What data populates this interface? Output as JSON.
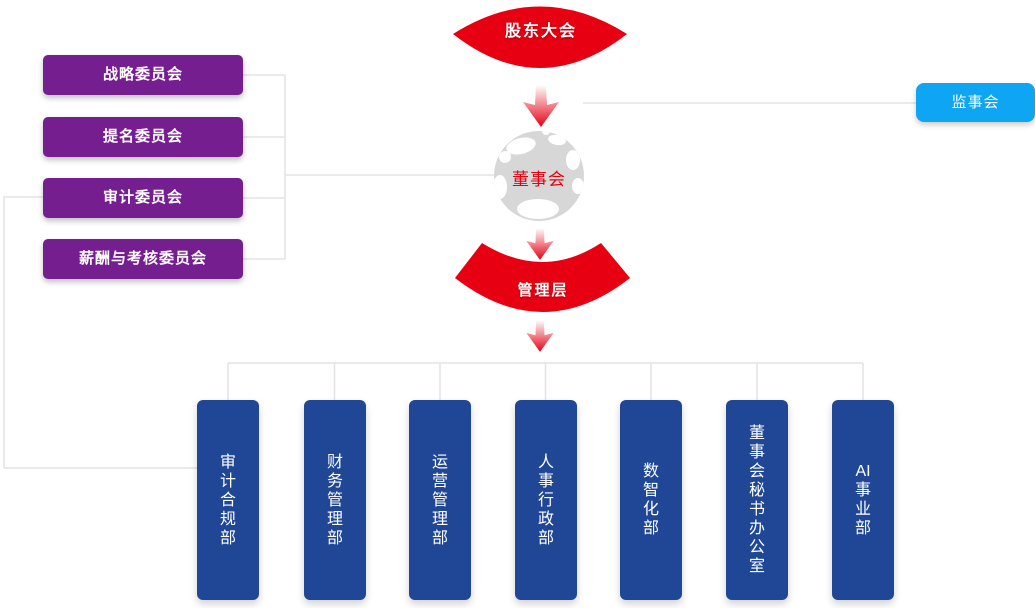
{
  "colors": {
    "red": "#e60012",
    "purple": "#751e90",
    "sky_blue": "#0ea5f2",
    "navy": "#1f4795",
    "connector_line": "#e4e4e4"
  },
  "icons": {
    "board_center": "globe-icon",
    "flow": "down-arrow-icon"
  },
  "top_banner": {
    "label": "股东大会"
  },
  "board": {
    "label": "董事会"
  },
  "supervisory": {
    "label": "监事会"
  },
  "management": {
    "label": "管理层"
  },
  "committees": [
    {
      "label": "战略委员会"
    },
    {
      "label": "提名委员会"
    },
    {
      "label": "审计委员会"
    },
    {
      "label": "薪酬与考核委员会"
    }
  ],
  "departments": [
    {
      "label": "审计合规部"
    },
    {
      "label": "财务管理部"
    },
    {
      "label": "运营管理部"
    },
    {
      "label": "人事行政部"
    },
    {
      "label": "数智化部"
    },
    {
      "label": "董事会秘书办公室"
    },
    {
      "label": "AI事业部"
    }
  ]
}
